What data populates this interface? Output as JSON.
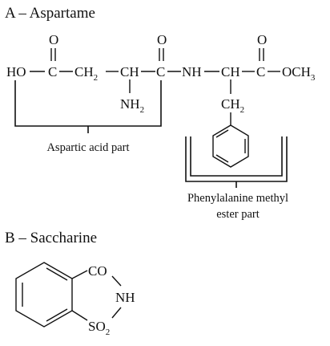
{
  "section_a": {
    "heading": "A – Aspartame",
    "atoms": {
      "o": "O",
      "ho": "HO",
      "c": "C",
      "ch": "CH",
      "ch2": "CH",
      "two": "2",
      "nh2": "NH",
      "nh": "NH",
      "och3": "OCH",
      "three": "3"
    },
    "caption_aspartic": "Aspartic acid part",
    "caption_phe_line1": "Phenylalanine methyl",
    "caption_phe_line2": "ester part"
  },
  "section_b": {
    "heading": "B – Saccharine",
    "atoms": {
      "co": "CO",
      "nh": "NH",
      "so": "SO",
      "two": "2"
    }
  }
}
